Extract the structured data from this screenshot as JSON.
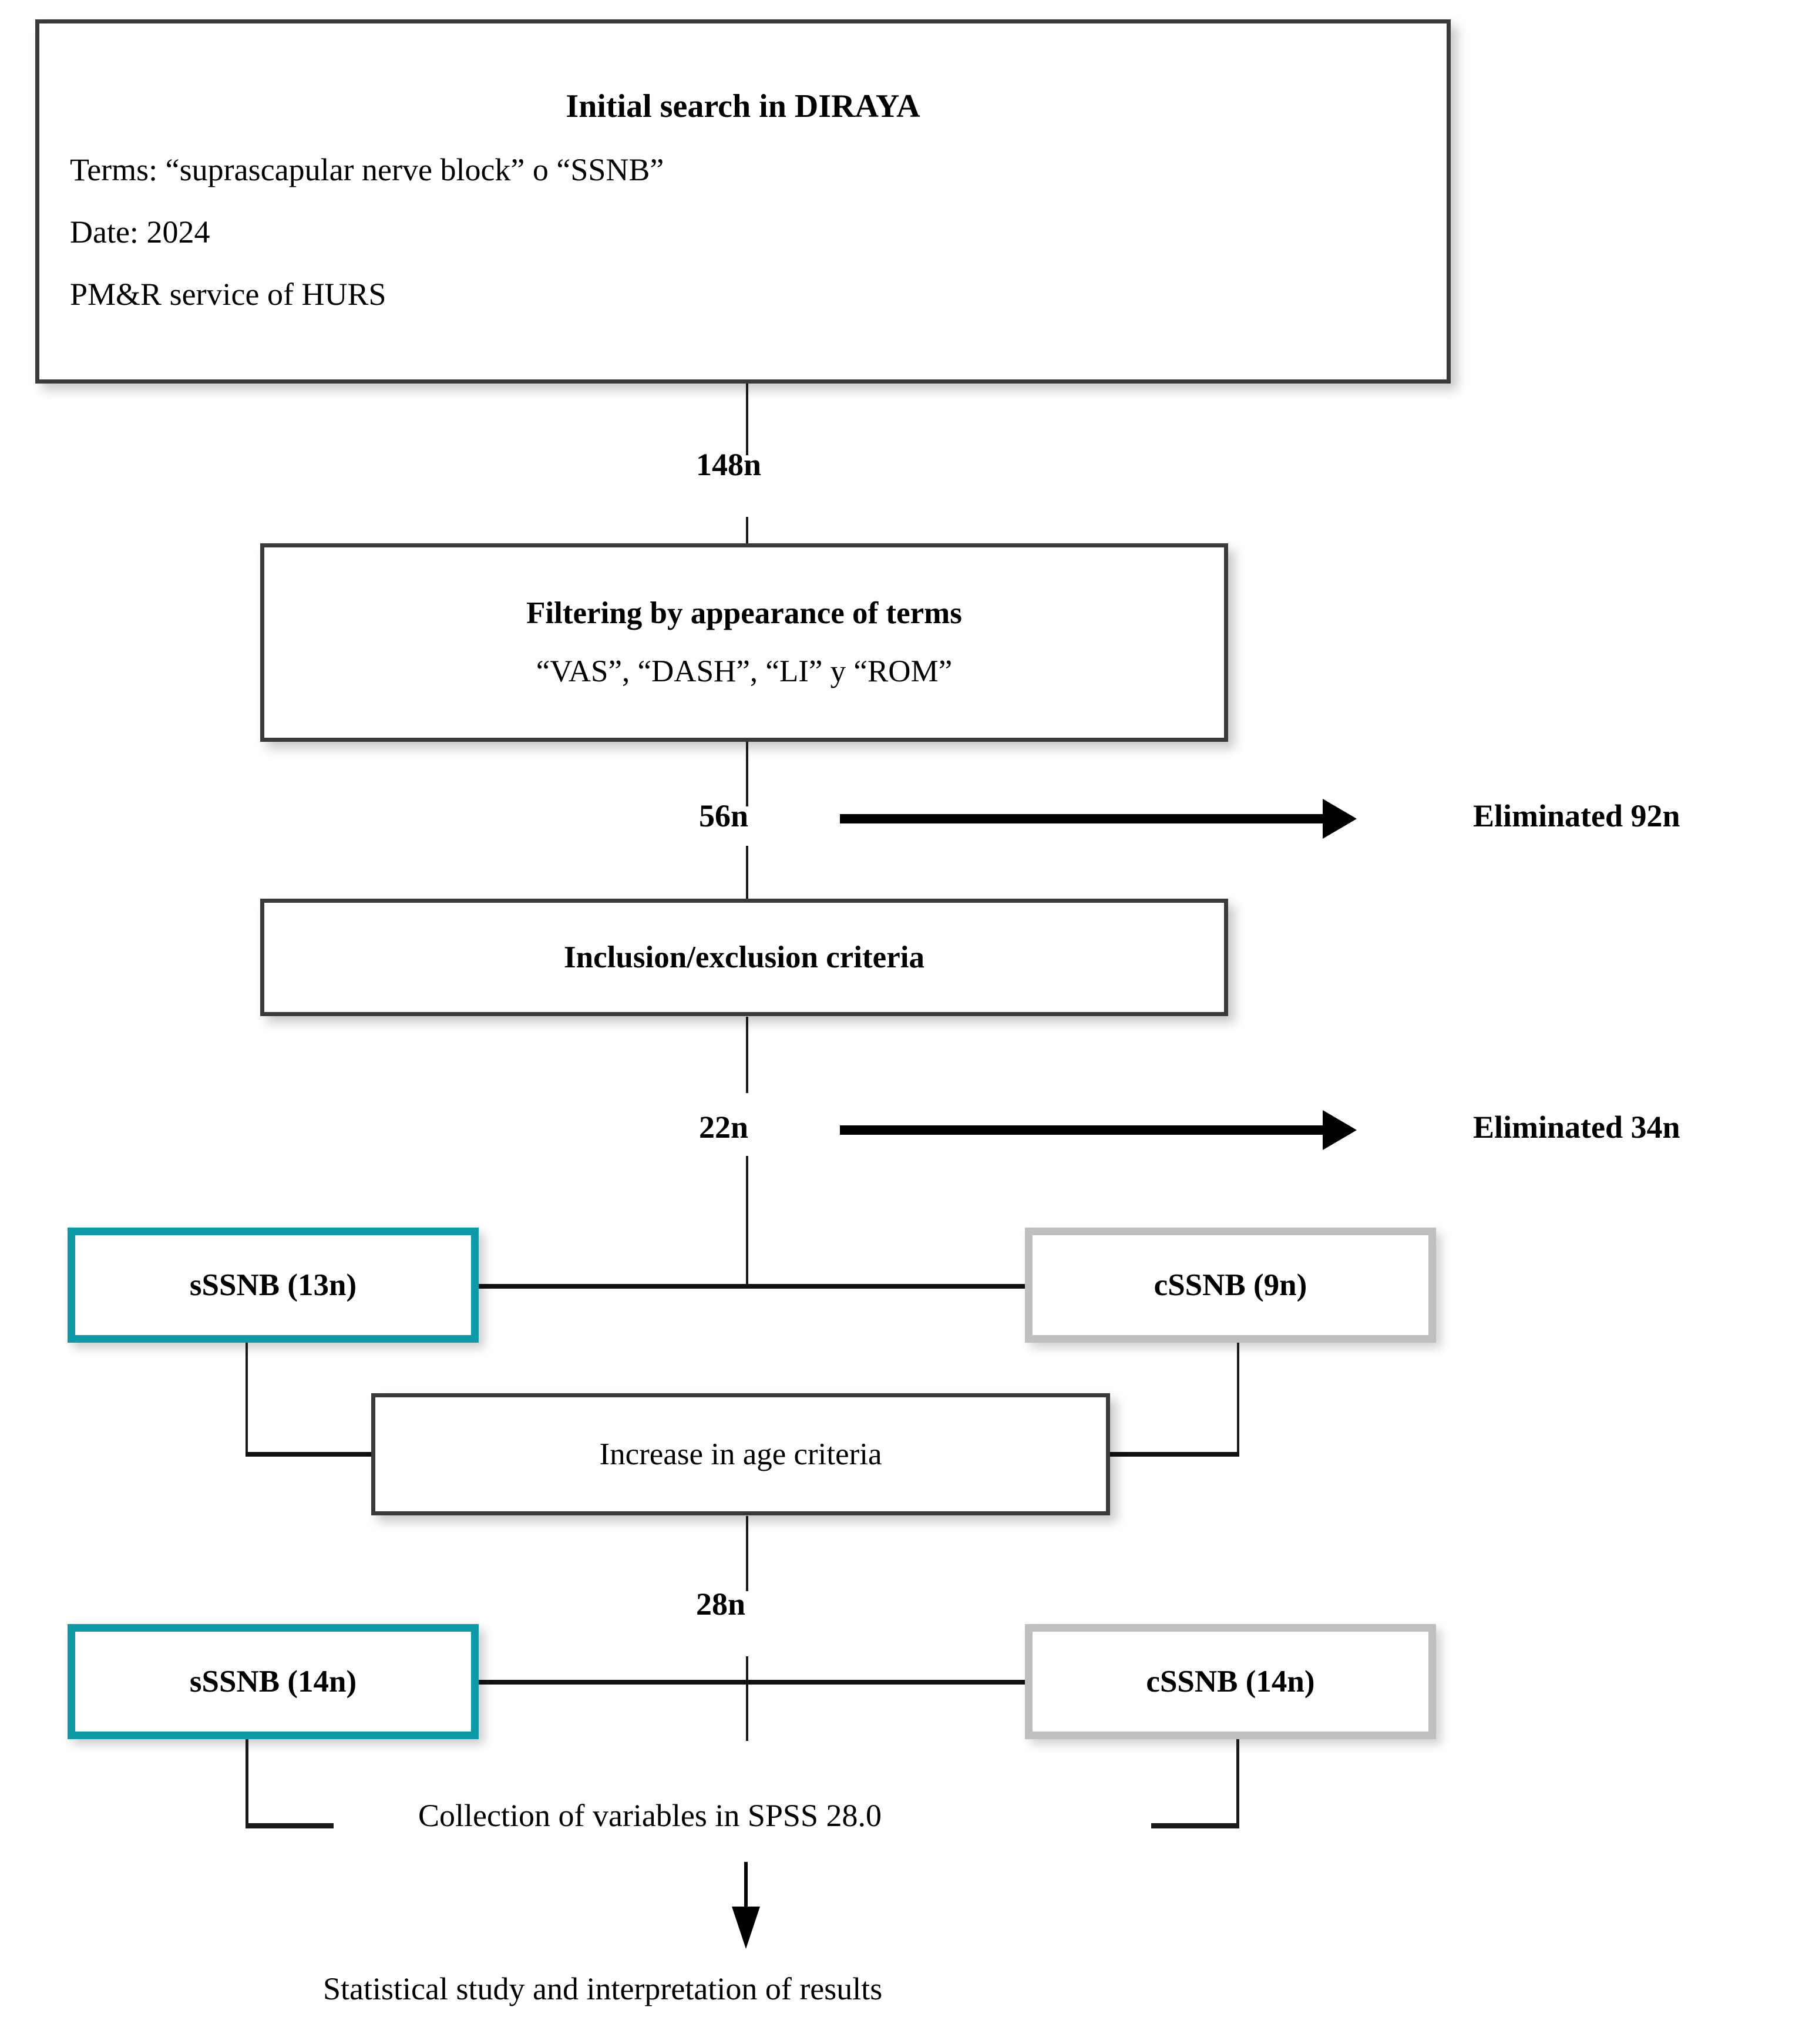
{
  "flowchart": {
    "title_box": {
      "heading": "Initial search in DIRAYA",
      "lines": [
        "Terms: “suprascapular nerve block” o “SSNB”",
        "Date: 2024",
        "PM&R service of HURS"
      ]
    },
    "counts": {
      "after_initial": "148n",
      "after_filtering": "56n",
      "after_criteria": "22n",
      "after_age_increase": "28n"
    },
    "filtering_box": {
      "heading": "Filtering by appearance of terms",
      "subline": "“VAS”, “DASH”, “LI” y “ROM”"
    },
    "criteria_box": {
      "label": "Inclusion/exclusion criteria"
    },
    "eliminations": [
      {
        "label": "Eliminated 92n"
      },
      {
        "label": "Eliminated 34n"
      }
    ],
    "groups_first": {
      "left": "sSSNB (13n)",
      "right": "cSSNB (9n)"
    },
    "age_box": {
      "label": "Increase in age criteria"
    },
    "groups_second": {
      "left": "sSSNB (14n)",
      "right": "cSSNB (14n)"
    },
    "collection": {
      "label": "Collection of variables in SPSS 28.0"
    },
    "conclusion": {
      "label": "Statistical study and interpretation of results"
    },
    "colors": {
      "accent_teal": "#0d9aa8",
      "neutral_gray": "#bfbfbf",
      "box_border_dark": "#3a3a3a",
      "line": "#1a1a1a",
      "text": "#000000",
      "background": "#ffffff"
    }
  }
}
